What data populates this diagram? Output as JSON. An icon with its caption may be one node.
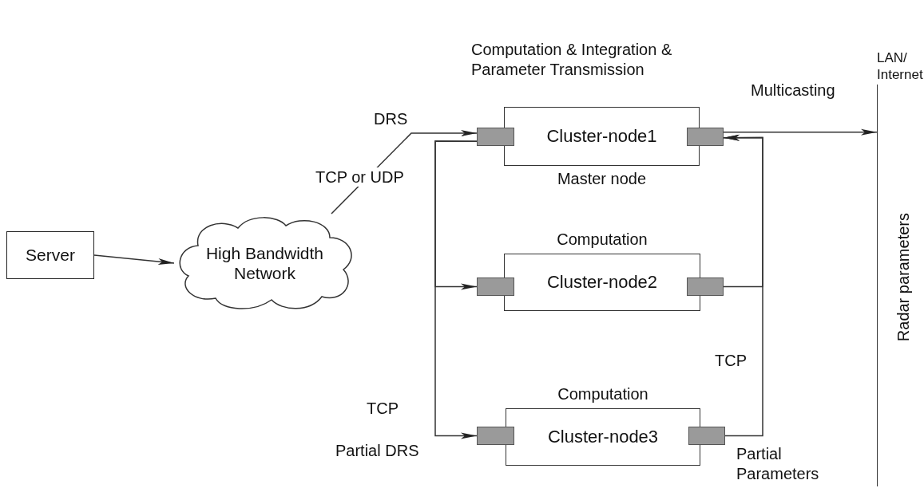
{
  "diagram": {
    "nodes": [
      {
        "text": [
          "Server"
        ]
      },
      {
        "text": [
          "High Bandwidth Network"
        ]
      },
      {
        "text": [
          "Computation & Integration & Parameter Transmission",
          "Cluster-node1"
        ],
        "beside": [
          "Master node"
        ]
      },
      {
        "text": [],
        "shape": "box"
      },
      {
        "text": [],
        "shape": "box"
      },
      {
        "text": [
          "Computation",
          "Cluster-node2"
        ]
      },
      {
        "text": [],
        "shape": "box"
      },
      {
        "text": [],
        "shape": "box"
      },
      {
        "text": [
          "Computation",
          "Cluster-node3"
        ]
      },
      {
        "text": [],
        "shape": "box"
      },
      {
        "text": [],
        "shape": "box"
      },
      {
        "text": [
          "LAN/ Internet",
          "Radar parameters"
        ]
      }
    ],
    "edges": [
      {
        "from": 0,
        "to": 1,
        "arrow": "to"
      },
      {
        "from": 1,
        "to": 3,
        "arrow": "to",
        "label": "TCP or UDP"
      },
      {
        "from": 3,
        "to": 6,
        "arrow": "to"
      },
      {
        "from": 3,
        "to": 9,
        "arrow": "to",
        "label": "TCP"
      },
      {
        "from": 7,
        "to": 4,
        "arrow": "to"
      },
      {
        "from": 10,
        "to": 4,
        "arrow": "to",
        "label": "TCP"
      },
      {
        "from": 4,
        "to": 11,
        "arrow": "to",
        "label": "Multicasting"
      }
    ],
    "labels": [
      "DRS",
      "Partial DRS",
      "Partial Parameters"
    ]
  }
}
